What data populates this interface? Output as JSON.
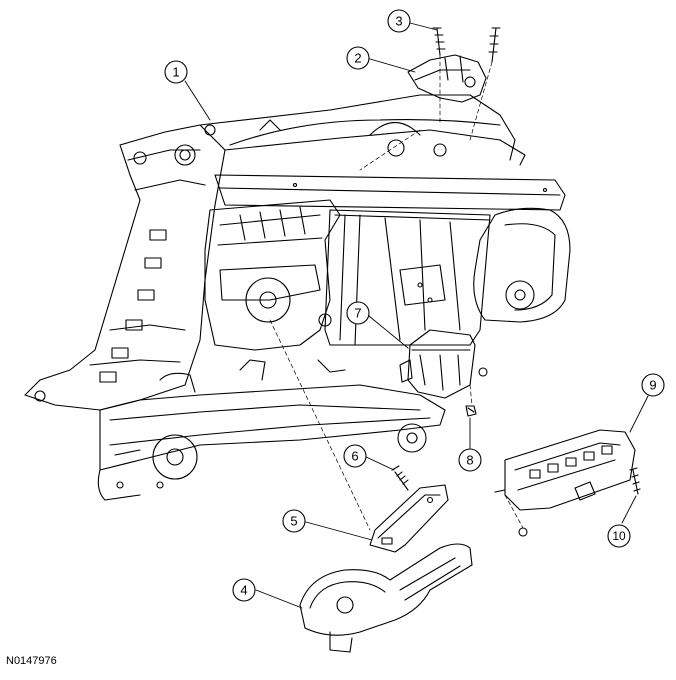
{
  "figure_id": "N0147976",
  "callouts": [
    {
      "label": "1"
    },
    {
      "label": "2"
    },
    {
      "label": "3"
    },
    {
      "label": "4"
    },
    {
      "label": "5"
    },
    {
      "label": "6"
    },
    {
      "label": "7"
    },
    {
      "label": "8"
    },
    {
      "label": "9"
    },
    {
      "label": "10"
    }
  ]
}
